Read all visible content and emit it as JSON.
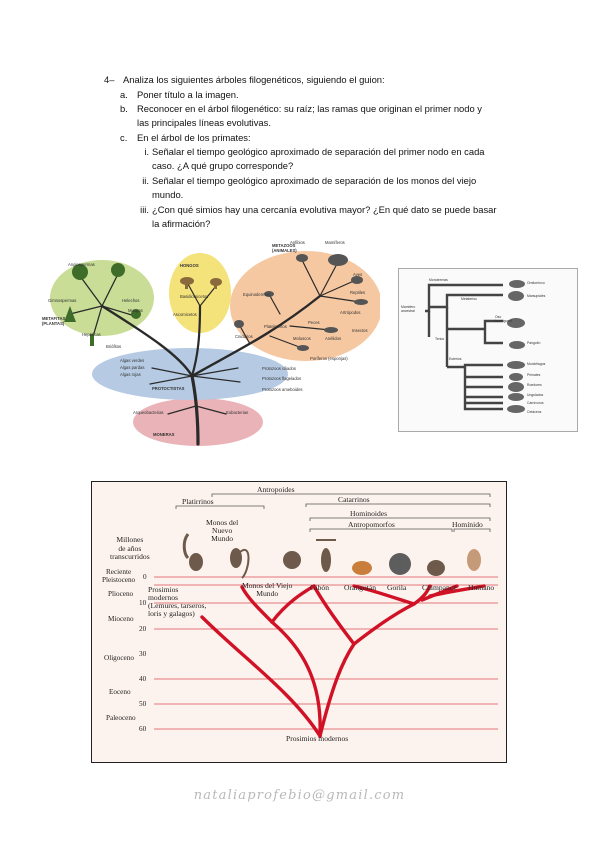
{
  "question": {
    "number": "4–",
    "intro": "Analiza los siguientes árboles filogenéticos, siguiendo el guion:",
    "items": [
      {
        "marker": "a.",
        "text": "Poner título a la imagen."
      },
      {
        "marker": "b.",
        "text": "Reconocer en el árbol filogenético: su raíz; las ramas que originan el primer nodo y"
      },
      {
        "marker": "",
        "text": "las principales líneas evolutivas."
      },
      {
        "marker": "c.",
        "text": "En el árbol de los primates:"
      }
    ],
    "subitems": [
      {
        "marker": "i.",
        "line1": "Señalar el tiempo geológico aproximado de separación del primer nodo en cada",
        "line2": "caso. ¿A qué grupo corresponde?"
      },
      {
        "marker": "ii.",
        "line1": "Señalar el tiempo geológico aproximado de separación de los monos del viejo",
        "line2": "mundo."
      },
      {
        "marker": "iii.",
        "line1": "¿Con qué simios hay una cercanía evolutiva mayor? ¿En qué dato se puede basar",
        "line2": "la afirmación?"
      }
    ]
  },
  "tree_of_life": {
    "group_labels": {
      "metafitas": "METAFITAS\n(PLANTAS)",
      "hongos": "HONGOS",
      "metazoos": "METAZOOS\n(ANIMALES)",
      "protoctistas": "PROTOCTISTAS",
      "moneras": "MONERAS"
    },
    "labels": [
      "Angiospermas",
      "Gimnospermas",
      "Helechos",
      "Musgos",
      "Hepáticas",
      "Briófitos",
      "Basidiomicetos",
      "Ascomicetos",
      "Aves",
      "Anfibios",
      "Mamíferos",
      "Reptiles",
      "Artrópodos",
      "Peces",
      "Moluscos",
      "Anélidos",
      "Equinodermos",
      "Platelmintos",
      "Cnidarios",
      "Poríferos (esponjas)",
      "Insectos",
      "Algas verdes",
      "Algas pardas",
      "Algas rojas",
      "Protozoos ciliados",
      "Protozoos flagelados",
      "Protozoos ameboides",
      "Arqueobacterias",
      "Eubacterias"
    ]
  },
  "mammal_tree": {
    "labels": [
      "Mamífero ancestral",
      "Monotremas",
      "Ornitorrinco",
      "Metaterios",
      "Marsupiales",
      "Terios",
      "Euterios",
      "Oso hormiguero",
      "Pangolín",
      "Murciélagos",
      "Primates",
      "Roedores",
      "Ungulados",
      "Carnívoros",
      "Cetáceos"
    ]
  },
  "primate_tree": {
    "top_labels": {
      "antropoides": "Antropoides",
      "catarrinos": "Catarrinos",
      "platirrinos": "Platirrinos",
      "hominoides": "Hominoides",
      "antropomorfos": "Antropomorfos",
      "hominido": "Homínido"
    },
    "axis_title": "Millones\nde años\ntranscurridos",
    "epochs": [
      "Reciente",
      "Pleistoceno",
      "Plioceno",
      "Mioceno",
      "Oligoceno",
      "Eoceno",
      "Paleoceno"
    ],
    "ticks": [
      "0",
      "10",
      "20",
      "30",
      "40",
      "50",
      "60"
    ],
    "species": {
      "prosimios": "Prosimios\nmodernos\n(Lemures, tarseros,\nloris y galagos)",
      "nuevo_mundo": "Monos del\nNuevo\nMundo",
      "viejo_mundo": "Monos del Viejo\nMundo",
      "gibon": "Gibón",
      "orangutan": "Orangután",
      "gorila": "Gorila",
      "chimpance": "Chimpancé",
      "humano": "Humano"
    },
    "root_label": "Prosimios modernos",
    "colors": {
      "branch": "#d11226",
      "grid": "#d94a52"
    }
  },
  "footer": {
    "email": "nataliaprofebio@gmail.com"
  }
}
